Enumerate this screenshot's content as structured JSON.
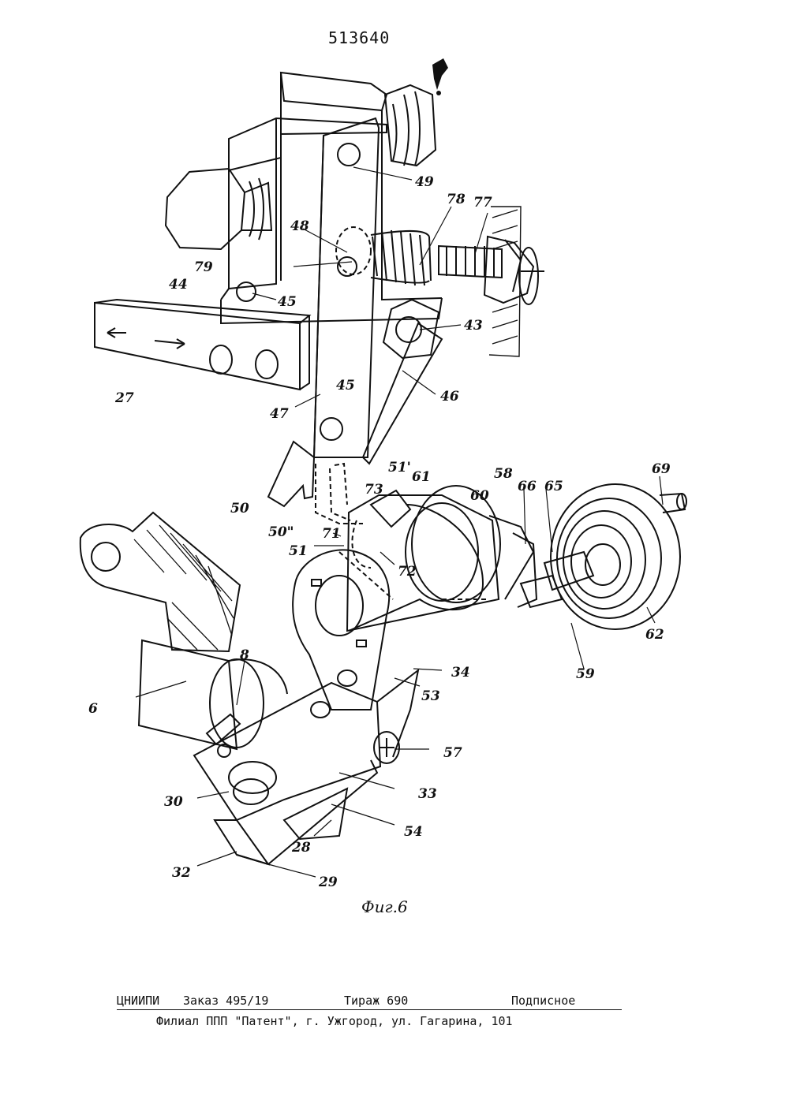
{
  "patent_number": "513640",
  "figure_caption": "Фиг.6",
  "labels": {
    "l49": "49",
    "l78": "78",
    "l77": "77",
    "l48": "48",
    "l79": "79",
    "l44": "44",
    "l45a": "45",
    "l43": "43",
    "l27": "27",
    "l47": "47",
    "l45b": "45",
    "l46": "46",
    "l51p": "51'",
    "l61": "61",
    "l69": "69",
    "l73": "73",
    "l60": "60",
    "l58": "58",
    "l66": "66",
    "l65": "65",
    "l50": "50",
    "l50pp": "50\"",
    "l71": "71",
    "l51": "51",
    "l72": "72",
    "l62": "62",
    "l59": "59",
    "l8": "8",
    "l34": "34",
    "l6": "6",
    "l53": "53",
    "l57": "57",
    "l30": "30",
    "l33": "33",
    "l54": "54",
    "l28": "28",
    "l32": "32",
    "l29": "29"
  },
  "imprint": {
    "org": "ЦНИИПИ",
    "order": "Заказ 495/19",
    "circulation": "Тираж 690",
    "subscription": "Подписное",
    "branch": "Филиал ППП \"Патент\", г. Ужгород, ул. Гагарина, 101"
  }
}
